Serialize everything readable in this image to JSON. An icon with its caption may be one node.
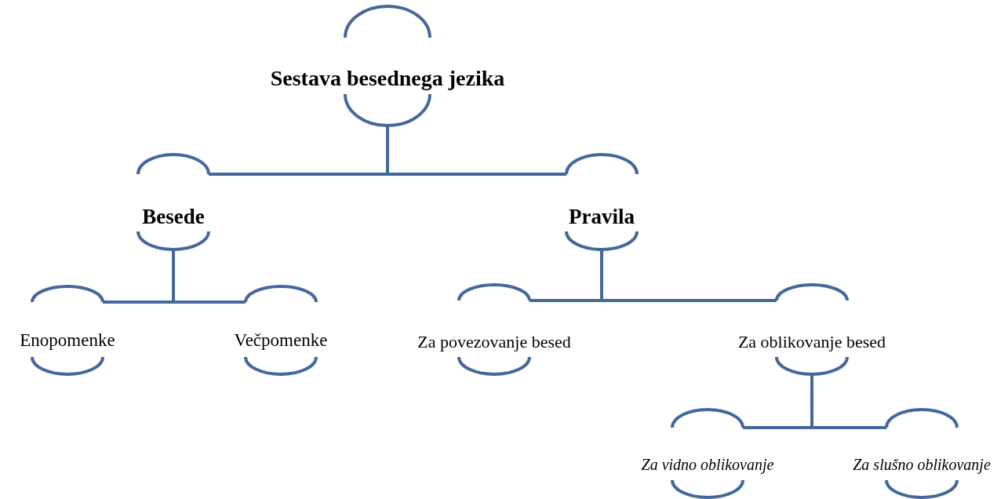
{
  "diagram": {
    "nodes": [
      {
        "text": [
          "Sestava besednega jezika"
        ]
      },
      {
        "text": [
          "Besede"
        ]
      },
      {
        "text": [
          "Pravila"
        ]
      },
      {
        "text": [
          "Enopomenke"
        ]
      },
      {
        "text": [
          "Večpomenke"
        ]
      },
      {
        "text": [
          "Za povezovanje besed"
        ]
      },
      {
        "text": [
          "Za oblikovanje besed"
        ]
      },
      {
        "text": [
          "Za vidno oblikovanje"
        ]
      },
      {
        "text": [
          "Za slušno oblikovanje"
        ]
      }
    ],
    "edges": [
      {
        "from": 0,
        "to": 1,
        "arrow": "none"
      },
      {
        "from": 0,
        "to": 2,
        "arrow": "none"
      },
      {
        "from": 1,
        "to": 3,
        "arrow": "none"
      },
      {
        "from": 1,
        "to": 4,
        "arrow": "none"
      },
      {
        "from": 2,
        "to": 5,
        "arrow": "none"
      },
      {
        "from": 2,
        "to": 6,
        "arrow": "none"
      },
      {
        "from": 6,
        "to": 7,
        "arrow": "none"
      },
      {
        "from": 6,
        "to": 8,
        "arrow": "none"
      }
    ]
  }
}
